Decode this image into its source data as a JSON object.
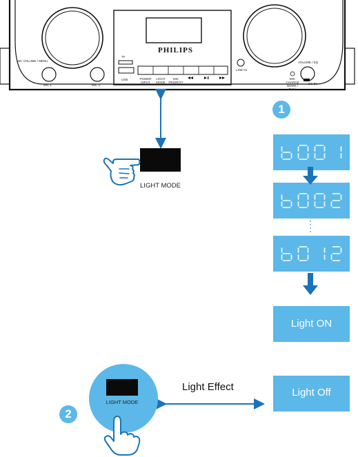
{
  "device": {
    "brand": "PHILIPS",
    "labels": {
      "mic_volume_menu": "MIC VOLUME / MENU",
      "mic1": "MIC 1",
      "mic2": "MIC 2",
      "tf": "TF",
      "usb": "USB",
      "power_input": "POWER INPUT",
      "light_mode": "LIGHT MODE",
      "mic_priority": "MIC PRIORITY",
      "line_in": "LINE IN",
      "volume_eq": "VOLUME / EQ",
      "mic_charge": "MIC CHARGE WORK / FULL",
      "dc_in": "DC 5V"
    }
  },
  "step1": {
    "badge": "1",
    "key_label": "LIGHT MODE",
    "displays": [
      "b001",
      "b002",
      "b012"
    ],
    "result": "Light ON"
  },
  "step2": {
    "badge": "2",
    "key_label": "LIGHT MODE",
    "arrow_label": "Light Effect",
    "result": "Light Off"
  },
  "colors": {
    "accent": "#5bb8e8",
    "arrow": "#1a73b8",
    "key": "#0a0a0a"
  }
}
